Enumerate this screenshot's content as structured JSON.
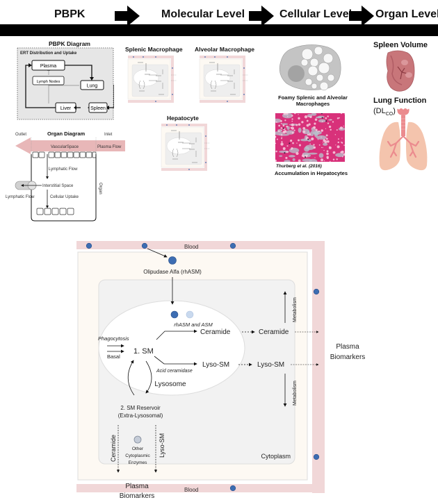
{
  "header": {
    "stages": [
      {
        "label": "PBPK"
      },
      {
        "label": "Molecular Level"
      },
      {
        "label": "Cellular Level"
      },
      {
        "label": "Organ Level"
      }
    ],
    "arrow_icon": "right-block-arrow"
  },
  "pbpk": {
    "title": "PBPK Diagram",
    "panel_title": "ERT Distribution and Uptake",
    "nodes": {
      "plasma": "Plasma",
      "lymph_nodes": "Lymph Nodes",
      "lung": "Lung",
      "liver": "Liver",
      "spleen": "Spleen"
    }
  },
  "organ_diagram": {
    "title": "Organ Diagram",
    "outlet": "Outlet",
    "inlet": "Inlet",
    "vascular_space": "VascularSpace",
    "plasma_flow": "Plasma Flow",
    "lymphatic_flow_down": "Lymphatic Flow",
    "interstitial_space": "Interstitial Space",
    "lymphatic_flow_out": "Lymphatic Flow",
    "cellular_uptake": "Cellular Uptake",
    "organ": "Organ"
  },
  "molecular": {
    "thumbnails": [
      {
        "title": "Splenic Macrophage"
      },
      {
        "title": "Alveolar Macrophage"
      },
      {
        "title": "Hepatocyte"
      }
    ]
  },
  "cellular": {
    "foamy_caption": "Foamy Splenic and Alveolar Macrophages",
    "histology_citation": "Thurberg et al. (2016)",
    "histology_caption": "Accumulation in Hepatocytes"
  },
  "organ_level": {
    "spleen_title": "Spleen Volume",
    "lung_title": "Lung Function",
    "lung_measure_main": "(DL",
    "lung_measure_sub": "CO",
    "lung_measure_close": ")"
  },
  "cell_diagram": {
    "blood_top": "Blood",
    "blood_bottom": "Blood",
    "drug": "Olipudase Alfa (rhASM)",
    "enzyme_label": "rhASM and ASM",
    "ceramide_lyso": "Ceramide",
    "ceramide_cyto": "Ceramide",
    "lyso_sm_lyso": "Lyso-SM",
    "lyso_sm_cyto": "Lyso-SM",
    "acid_ceramidase": "Acid ceramidase",
    "phagocytosis": "Phagocytosis",
    "basal": "Basal",
    "sm": "1. SM",
    "lysosome": "Lysosome",
    "reservoir_line1": "2. SM Reservoir",
    "reservoir_line2": "(Extra-Lysosomal)",
    "other_enzymes_line1": "Other",
    "other_enzymes_line2": "Cytoplasmic",
    "other_enzymes_line3": "Enzymes",
    "vertical_ceramide": "Ceramide",
    "vertical_lyso_sm": "Lyso-SM",
    "metabolism_up": "Metabolism",
    "metabolism_down": "Metabolism",
    "cytoplasm": "Cytoplasm",
    "plasma_biomarkers_right_1": "Plasma",
    "plasma_biomarkers_right_2": "Biomarkers",
    "plasma_biomarkers_bottom_1": "Plasma",
    "plasma_biomarkers_bottom_2": "Biomarkers"
  },
  "colors": {
    "blood_band": "#f1d7d8",
    "cell_fill": "#fdf9f3",
    "cytoplasm_fill": "#f2f2f2",
    "molecule_blue": "#3d6db2",
    "molecule_light": "#c9d9ee",
    "flow_arrow": "#e3a9ab",
    "histology_pink": "#d8317a"
  }
}
